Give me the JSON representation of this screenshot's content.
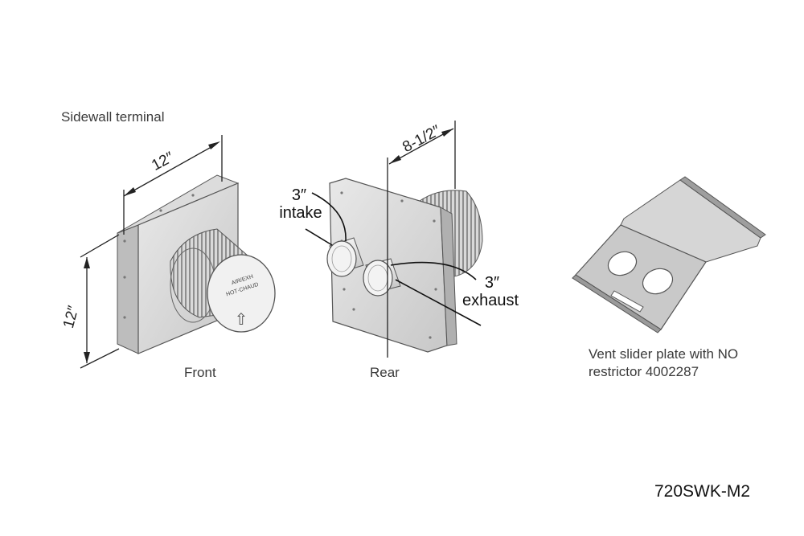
{
  "title": "Sidewall terminal",
  "front": {
    "caption": "Front",
    "width_dim": "12″",
    "height_dim": "12″",
    "cap_text_1": "AIR/EXH",
    "cap_text_2": "HOT·CHAUD",
    "arrow_glyph": "⇧"
  },
  "rear": {
    "caption": "Rear",
    "depth_dim": "8-1/2″",
    "intake_size": "3″",
    "intake_label": "intake",
    "exhaust_size": "3″",
    "exhaust_label": "exhaust"
  },
  "plate": {
    "caption_line1": "Vent slider plate with NO",
    "caption_line2": "restrictor 4002287"
  },
  "model_number": "720SWK-M2",
  "colors": {
    "metal_light": "#e6e6e6",
    "metal_mid": "#cfcfcf",
    "metal_dark": "#a9a9a9",
    "outline": "#555555",
    "text": "#3a3a3a"
  }
}
